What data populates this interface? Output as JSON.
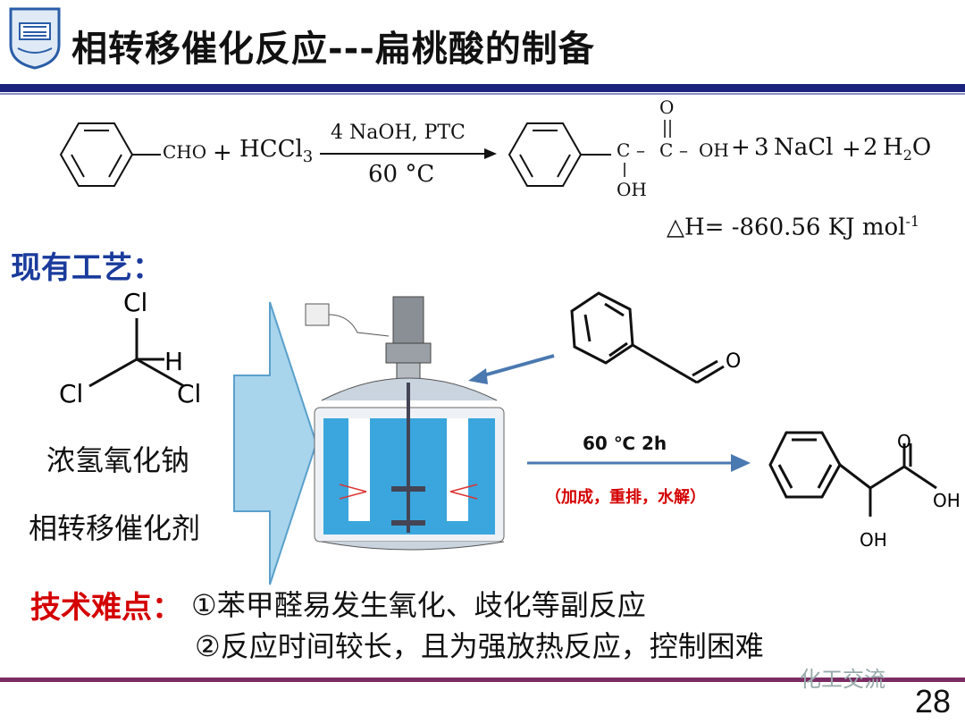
{
  "slide": {
    "title": "相转移催化反应---扁桃酸的制备",
    "page_number": "28",
    "watermark": "化工交流"
  },
  "reaction": {
    "reagent1_group": "CHO",
    "plus1": "+",
    "reagent2": "HCCl",
    "reagent2_sub": "3",
    "conditions_top": "4 NaOH, PTC",
    "conditions_bottom": "60 °C",
    "product_c1": "C",
    "product_c2": "C",
    "product_dash1": "–",
    "product_dash2": "–",
    "product_oh_end": "OH",
    "product_o_top": "O",
    "product_oh_bottom": "OH",
    "plus2": "+",
    "coef1": "3",
    "nacl": "NaCl",
    "plus3": "+",
    "coef2": "2",
    "water": "H",
    "water_sub": "2",
    "water_end": "O",
    "enthalpy": "△H= -860.56",
    "enthalpy_unit": "KJ mol",
    "enthalpy_exp": "-1"
  },
  "current_process": {
    "heading": "现有工艺：",
    "chloroform_cl_top": "Cl",
    "chloroform_h": "H",
    "chloroform_cl_left": "Cl",
    "chloroform_cl_right": "Cl",
    "reagent_naoh": "浓氢氧化钠",
    "reagent_ptc": "相转移催化剂",
    "benzaldehyde_o": "O",
    "product_o": "O",
    "product_oh_right": "OH",
    "product_oh_bottom": "OH",
    "conditions": "60 ℃   2h",
    "steps": "（加成，重排，水解）"
  },
  "difficulties": {
    "heading": "技术难点：",
    "item1": "①苯甲醛易发生氧化、歧化等副反应",
    "item2": "②反应时间较长，且为强放热反应，控制困难"
  },
  "colors": {
    "title_rule": "#1a237e",
    "footer_rule": "#7b2b63",
    "heading_red": "#d40000",
    "heading_blue": "#1a3b9c",
    "arrow_blue": "#4a78b0",
    "reactor_liquid": "#3aa6dd"
  }
}
